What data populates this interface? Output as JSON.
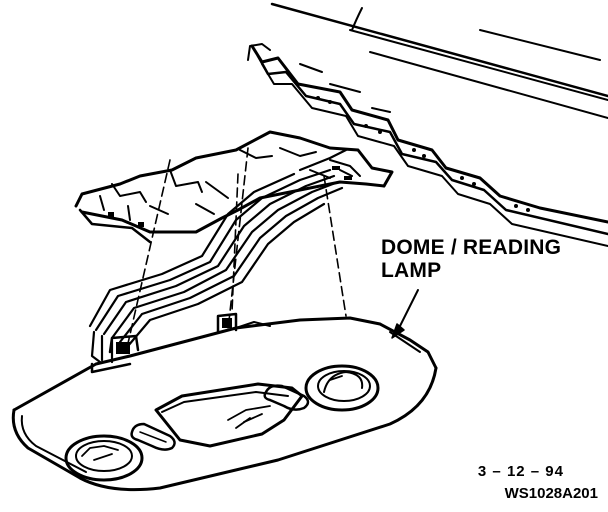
{
  "callout": {
    "line1": "DOME / READING",
    "line2": "LAMP"
  },
  "meta": {
    "date": "3 – 12 – 94",
    "code": "WS1028A201"
  },
  "colors": {
    "ink": "#000000",
    "paper": "#ffffff"
  }
}
